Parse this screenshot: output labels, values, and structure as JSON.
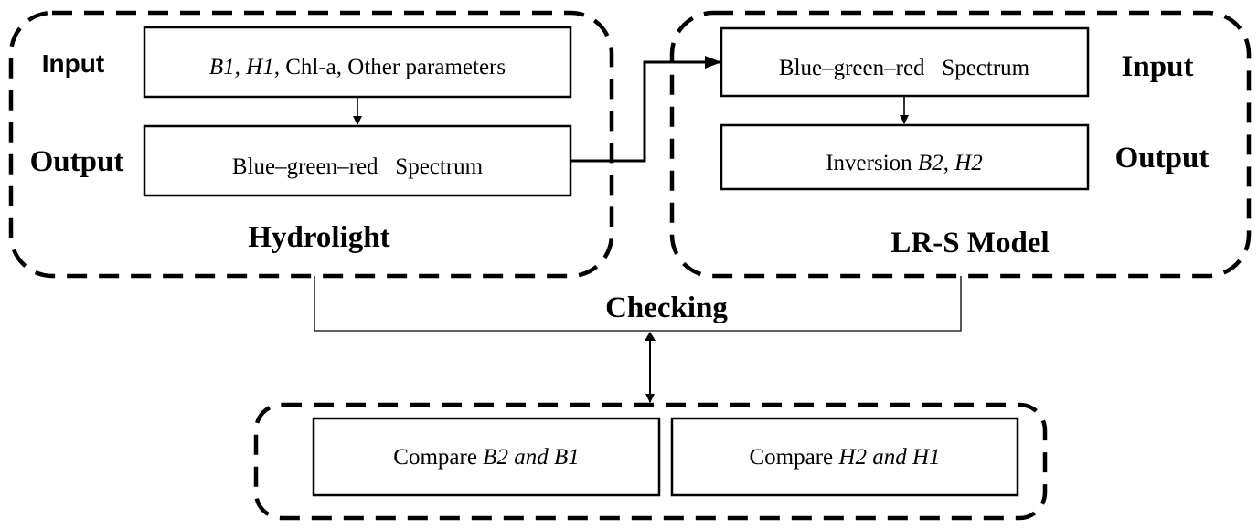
{
  "hydrolight": {
    "title": "Hydrolight",
    "input_label": "Input",
    "output_label": "Output",
    "input_box": {
      "b1": "B1,",
      "h1": "H1,",
      "rest": "Chl-a, Other parameters"
    },
    "output_box": "Blue–green–red   Spectrum"
  },
  "lrs_model": {
    "title": "LR-S Model",
    "input_label": "Input",
    "output_label": "Output",
    "input_box": "Blue–green–red   Spectrum",
    "output_box": {
      "prefix": "Inversion",
      "b2": "B2",
      "comma": ",",
      "h2": "H2"
    }
  },
  "checking_label": "Checking",
  "compare": {
    "left": {
      "prefix": "Compare",
      "emph": "B2 and B1"
    },
    "right": {
      "prefix": "Compare",
      "emph": "H2 and H1"
    }
  }
}
